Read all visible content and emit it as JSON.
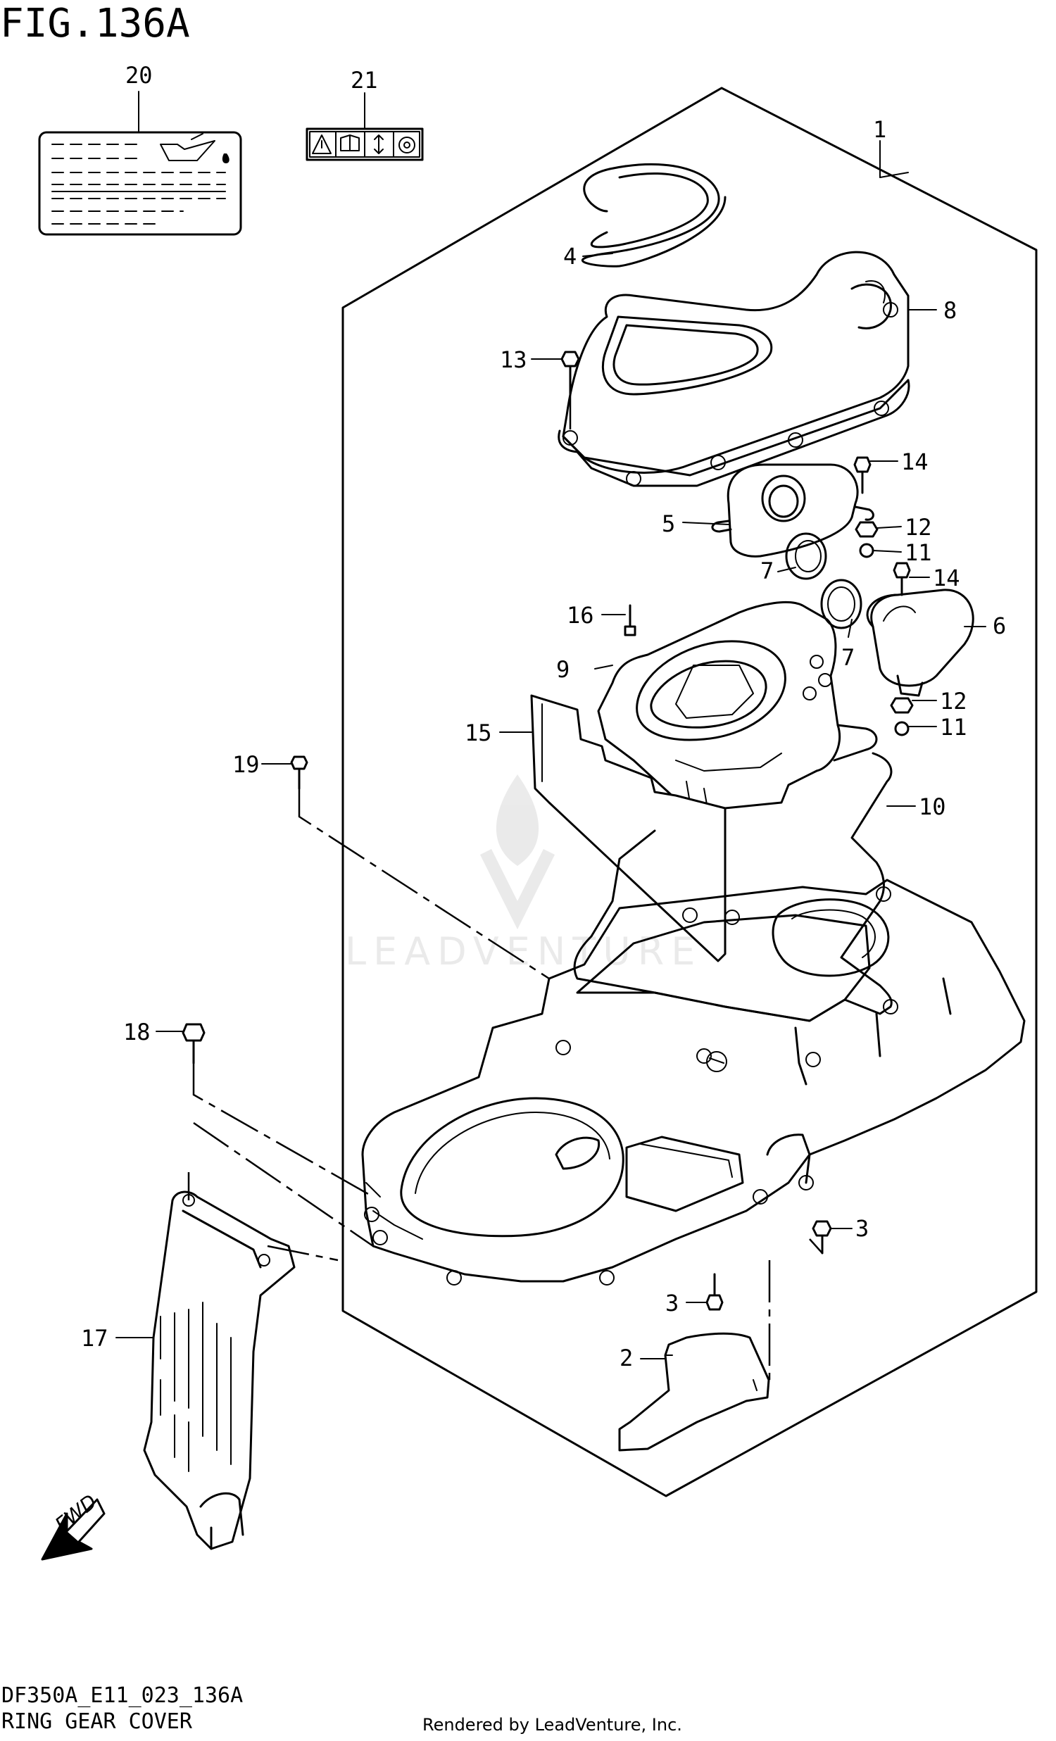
{
  "figure": {
    "title": "FIG.136A",
    "drawing_code": "DF350A_E11_023_136A",
    "caption": "RING GEAR COVER",
    "credit": "Rendered by LeadVenture, Inc.",
    "watermark": "LEADVENTURE",
    "direction_label": "FWD"
  },
  "callouts": [
    {
      "id": "c1",
      "label": "1"
    },
    {
      "id": "c2",
      "label": "2"
    },
    {
      "id": "c3a",
      "label": "3"
    },
    {
      "id": "c3b",
      "label": "3"
    },
    {
      "id": "c4",
      "label": "4"
    },
    {
      "id": "c5",
      "label": "5"
    },
    {
      "id": "c6",
      "label": "6"
    },
    {
      "id": "c7a",
      "label": "7"
    },
    {
      "id": "c7b",
      "label": "7"
    },
    {
      "id": "c8",
      "label": "8"
    },
    {
      "id": "c9",
      "label": "9"
    },
    {
      "id": "c10",
      "label": "10"
    },
    {
      "id": "c11a",
      "label": "11"
    },
    {
      "id": "c11b",
      "label": "11"
    },
    {
      "id": "c12a",
      "label": "12"
    },
    {
      "id": "c12b",
      "label": "12"
    },
    {
      "id": "c13",
      "label": "13"
    },
    {
      "id": "c14a",
      "label": "14"
    },
    {
      "id": "c14b",
      "label": "14"
    },
    {
      "id": "c15",
      "label": "15"
    },
    {
      "id": "c16",
      "label": "16"
    },
    {
      "id": "c17",
      "label": "17"
    },
    {
      "id": "c18",
      "label": "18"
    },
    {
      "id": "c19",
      "label": "19"
    },
    {
      "id": "c20",
      "label": "20"
    },
    {
      "id": "c21",
      "label": "21"
    }
  ]
}
